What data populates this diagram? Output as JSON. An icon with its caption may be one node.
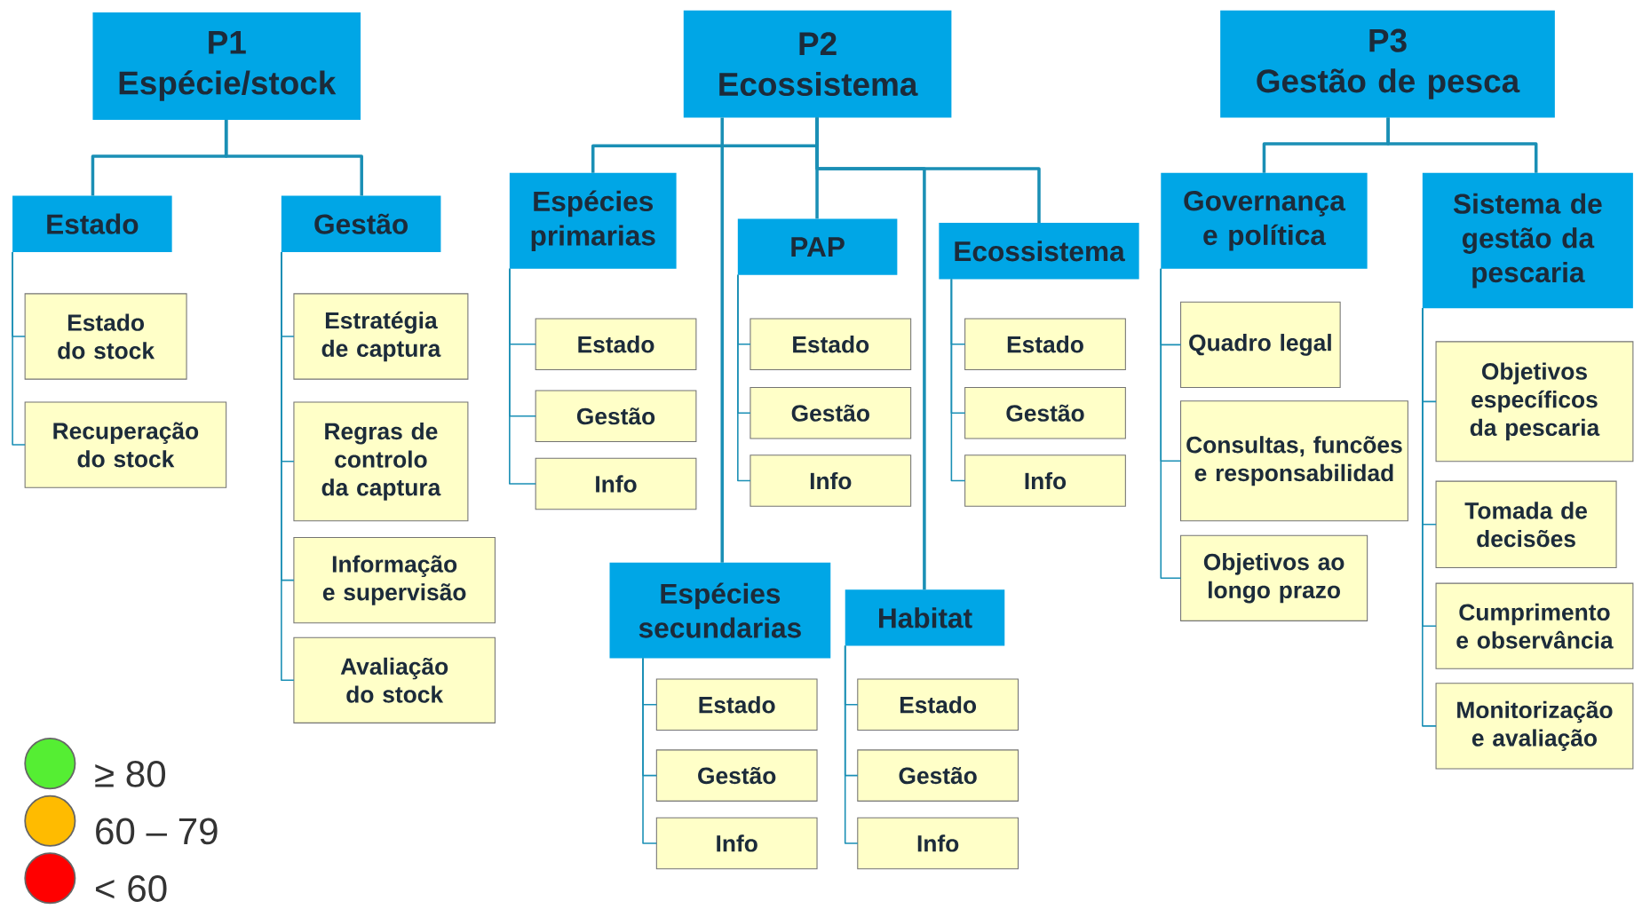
{
  "diagram": {
    "nodes": [
      {
        "text": [
          "P1",
          "Espécie/stock"
        ]
      },
      {
        "text": [
          "Estado"
        ]
      },
      {
        "text": [
          "Gestão"
        ]
      },
      {
        "text": [
          "Estado do stock"
        ]
      },
      {
        "text": [
          "Recuperação do stock"
        ]
      },
      {
        "text": [
          "Estratégia de captura"
        ]
      },
      {
        "text": [
          "Regras de controlo da captura"
        ]
      },
      {
        "text": [
          "Informação e supervisão"
        ]
      },
      {
        "text": [
          "Avaliação do stock"
        ]
      },
      {
        "text": [
          "P2",
          "Ecossistema"
        ]
      },
      {
        "text": [
          "Espécies primarias"
        ]
      },
      {
        "text": [
          "Estado"
        ]
      },
      {
        "text": [
          "Gestão"
        ]
      },
      {
        "text": [
          "Info"
        ]
      },
      {
        "text": [
          "PAP"
        ]
      },
      {
        "text": [
          "Estado"
        ]
      },
      {
        "text": [
          "Gestão"
        ]
      },
      {
        "text": [
          "Info"
        ]
      },
      {
        "text": [
          "Ecossistema"
        ]
      },
      {
        "text": [
          "Estado"
        ]
      },
      {
        "text": [
          "Gestão"
        ]
      },
      {
        "text": [
          "Info"
        ]
      },
      {
        "text": [
          "Espécies secundarias"
        ]
      },
      {
        "text": [
          "Estado"
        ]
      },
      {
        "text": [
          "Gestão"
        ]
      },
      {
        "text": [
          "Info"
        ]
      },
      {
        "text": [
          "Habitat"
        ]
      },
      {
        "text": [
          "Estado"
        ]
      },
      {
        "text": [
          "Gestão"
        ]
      },
      {
        "text": [
          "Info"
        ]
      },
      {
        "text": [
          "P3",
          "Gestão de pesca"
        ]
      },
      {
        "text": [
          "Governança e política"
        ]
      },
      {
        "text": [
          "Quadro legal"
        ]
      },
      {
        "text": [
          "Consultas, funcões e responsabilidad"
        ]
      },
      {
        "text": [
          "Objetivos ao longo prazo"
        ]
      },
      {
        "text": [
          "Sistema de gestão da pescaria"
        ]
      },
      {
        "text": [
          "Objetivos específicos da pescaria"
        ]
      },
      {
        "text": [
          "Tomada de decisões"
        ]
      },
      {
        "text": [
          "Cumprimento e observância"
        ]
      },
      {
        "text": [
          "Monitorização e avaliação"
        ]
      }
    ],
    "edges": [
      {
        "from": 0,
        "to": 1,
        "arrow": "none"
      },
      {
        "from": 0,
        "to": 2,
        "arrow": "none"
      },
      {
        "from": 1,
        "to": 3,
        "arrow": "none"
      },
      {
        "from": 1,
        "to": 4,
        "arrow": "none"
      },
      {
        "from": 2,
        "to": 5,
        "arrow": "none"
      },
      {
        "from": 2,
        "to": 6,
        "arrow": "none"
      },
      {
        "from": 2,
        "to": 7,
        "arrow": "none"
      },
      {
        "from": 2,
        "to": 8,
        "arrow": "none"
      },
      {
        "from": 9,
        "to": 10,
        "arrow": "none"
      },
      {
        "from": 9,
        "to": 14,
        "arrow": "none"
      },
      {
        "from": 9,
        "to": 18,
        "arrow": "none"
      },
      {
        "from": 9,
        "to": 22,
        "arrow": "none"
      },
      {
        "from": 9,
        "to": 26,
        "arrow": "none"
      },
      {
        "from": 10,
        "to": 11,
        "arrow": "none"
      },
      {
        "from": 10,
        "to": 12,
        "arrow": "none"
      },
      {
        "from": 10,
        "to": 13,
        "arrow": "none"
      },
      {
        "from": 14,
        "to": 15,
        "arrow": "none"
      },
      {
        "from": 14,
        "to": 16,
        "arrow": "none"
      },
      {
        "from": 14,
        "to": 17,
        "arrow": "none"
      },
      {
        "from": 18,
        "to": 19,
        "arrow": "none"
      },
      {
        "from": 18,
        "to": 20,
        "arrow": "none"
      },
      {
        "from": 18,
        "to": 21,
        "arrow": "none"
      },
      {
        "from": 22,
        "to": 23,
        "arrow": "none"
      },
      {
        "from": 22,
        "to": 24,
        "arrow": "none"
      },
      {
        "from": 22,
        "to": 25,
        "arrow": "none"
      },
      {
        "from": 26,
        "to": 27,
        "arrow": "none"
      },
      {
        "from": 26,
        "to": 28,
        "arrow": "none"
      },
      {
        "from": 26,
        "to": 29,
        "arrow": "none"
      },
      {
        "from": 30,
        "to": 31,
        "arrow": "none"
      },
      {
        "from": 30,
        "to": 35,
        "arrow": "none"
      },
      {
        "from": 31,
        "to": 32,
        "arrow": "none"
      },
      {
        "from": 31,
        "to": 33,
        "arrow": "none"
      },
      {
        "from": 31,
        "to": 34,
        "arrow": "none"
      },
      {
        "from": 35,
        "to": 36,
        "arrow": "none"
      },
      {
        "from": 35,
        "to": 37,
        "arrow": "none"
      },
      {
        "from": 35,
        "to": 38,
        "arrow": "none"
      },
      {
        "from": 35,
        "to": 39,
        "arrow": "none"
      }
    ],
    "legend": [
      {
        "text": "≥ 80",
        "color": "#55ee33"
      },
      {
        "text": "60 – 79",
        "color": "#ffbb00"
      },
      {
        "text": "< 60",
        "color": "#ff0000"
      }
    ]
  }
}
